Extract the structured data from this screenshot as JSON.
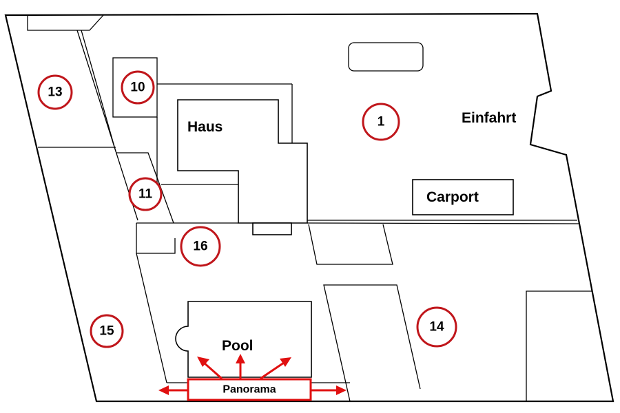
{
  "labels": {
    "haus": "Haus",
    "einfahrt": "Einfahrt",
    "carport": "Carport",
    "pool": "Pool",
    "panorama": "Panorama"
  },
  "markers": [
    "13",
    "10",
    "1",
    "11",
    "16",
    "15",
    "14"
  ],
  "colors": {
    "marker_ring": "#c0161b",
    "panorama_arrows": "#e01010",
    "lines": "#000000",
    "background": "#ffffff"
  }
}
